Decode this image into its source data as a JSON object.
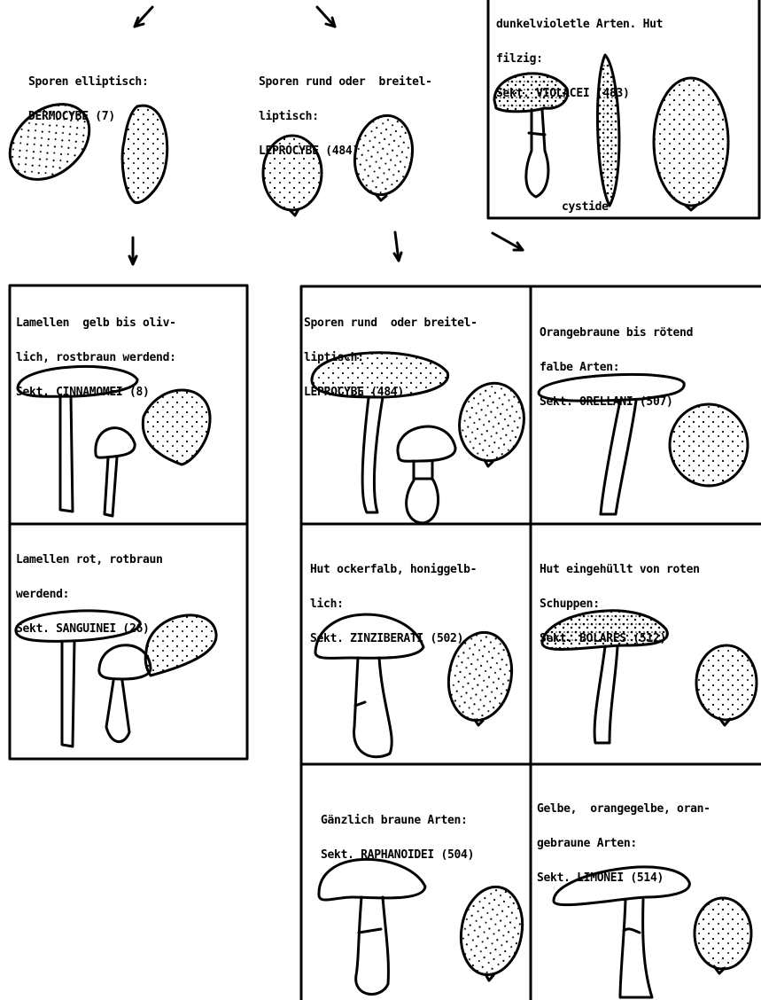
{
  "top_box": {
    "lines": [
      "dunkelvioletle Arten. Hut",
      "filzig:",
      "Sekt. VIOLACEI (483)"
    ],
    "cystide_label": "cystide"
  },
  "branch_left": {
    "lines": [
      "Sporen elliptisch:",
      "DERMOCYBE (7)"
    ]
  },
  "branch_mid": {
    "lines": [
      "Sporen rund oder  breitel-",
      "liptisch:",
      "LEPROCYBE (484)"
    ]
  },
  "boxes": {
    "cinnamomei": {
      "lines": [
        "Lamellen  gelb bis oliv-",
        "lich, rostbraun werdend:",
        "Sekt. CINNAMOMEI (8)"
      ]
    },
    "sanguinei": {
      "lines": [
        "Lamellen rot, rotbraun",
        "werdend:",
        "Sekt. SANGUINEI (26)"
      ]
    },
    "leprocybe": {
      "lines": [
        "Sporen rund  oder breitel-",
        "liptisch:",
        "LEPROCYBE (484)"
      ]
    },
    "orellani": {
      "lines": [
        "Orangebraune bis rötend",
        "falbe Arten:",
        "Sekt. ORELLANI (507)"
      ]
    },
    "zinziberati": {
      "lines": [
        "Hut ockerfalb, honiggelb-",
        "lich:",
        "Sekt. ZINZIBERATI (502)"
      ]
    },
    "bolares": {
      "lines": [
        "Hut eingehüllt von roten",
        "Schuppen:",
        "Sekt. BOLARES (512)"
      ]
    },
    "raphanoidei": {
      "lines": [
        "Gänzlich braune Arten:",
        "Sekt. RAPHANOIDEI (504)"
      ]
    },
    "limonei": {
      "lines": [
        "Gelbe,  orangegelbe, oran-",
        "gebraune Arten:",
        "Sekt. LIMONEI (514)"
      ]
    }
  }
}
